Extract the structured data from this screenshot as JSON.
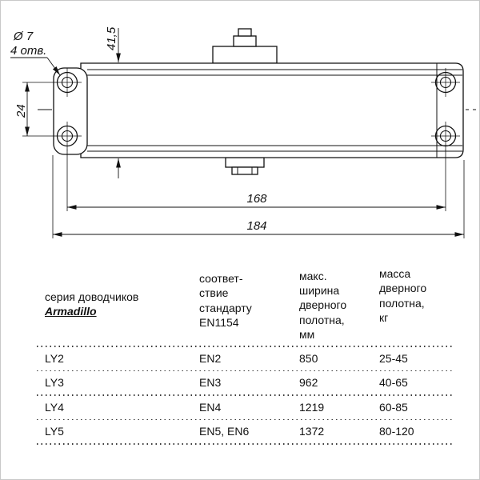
{
  "drawing": {
    "dimensions": {
      "hole_diameter": "Ø 7",
      "hole_count": "4 отв.",
      "body_height": "41,5",
      "hole_spacing_vertical": "24",
      "hole_spacing_horizontal": "168",
      "overall_length": "184"
    }
  },
  "table": {
    "headers": {
      "series_label": "серия доводчиков",
      "series_brand": "Armadillo",
      "standard": "соответ-\nствие\nстандарту\nEN1154",
      "max_width": "макс.\nширина\nдверного\nполотна,\nмм",
      "mass": "масса\nдверного\nполотна,\nкг"
    },
    "rows": [
      {
        "series": "LY2",
        "standard": "EN2",
        "max_width": "850",
        "mass": "25-45"
      },
      {
        "series": "LY3",
        "standard": "EN3",
        "max_width": "962",
        "mass": "40-65"
      },
      {
        "series": "LY4",
        "standard": "EN4",
        "max_width": "1219",
        "mass": "60-85"
      },
      {
        "series": "LY5",
        "standard": "EN5, EN6",
        "max_width": "1372",
        "mass": "80-120"
      }
    ]
  }
}
